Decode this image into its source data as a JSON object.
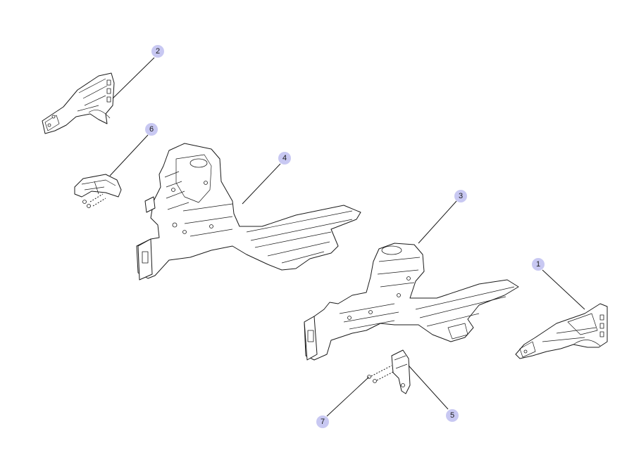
{
  "callouts": {
    "c1": "1",
    "c2": "2",
    "c3": "3",
    "c4": "4",
    "c5": "5",
    "c6": "6",
    "c7": "7"
  },
  "colors": {
    "callout_fill": "#c8c8f2",
    "line": "#1a1a1a",
    "background": "#ffffff"
  }
}
